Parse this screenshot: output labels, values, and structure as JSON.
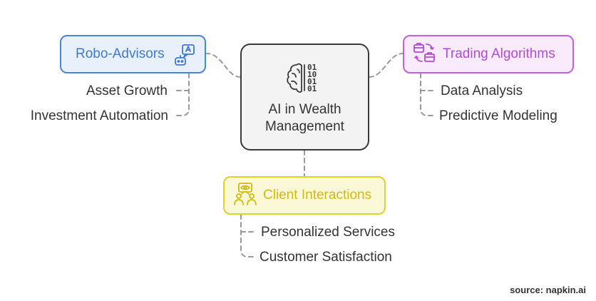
{
  "colors": {
    "center_fill": "#f3f3f3",
    "center_border": "#3a3a3a",
    "robo_fill": "#e8f0fc",
    "robo_border": "#4a86d8",
    "robo_text": "#3f7ad0",
    "trading_fill": "#f9ebfc",
    "trading_border": "#c160e0",
    "trading_text": "#b24ad6",
    "client_fill": "#fbf8d8",
    "client_border": "#e0d030",
    "client_text": "#d2bb10",
    "connector": "#9a9a9a"
  },
  "center": {
    "line1": "AI in Wealth",
    "line2": "Management",
    "icon": "brain-binary-icon"
  },
  "robo_advisors": {
    "label": "Robo-Advisors",
    "icon": "robot-chat-icon",
    "items": [
      "Asset Growth",
      "Investment Automation"
    ]
  },
  "trading_algorithms": {
    "label": "Trading Algorithms",
    "icon": "briefcase-exchange-icon",
    "items": [
      "Data Analysis",
      "Predictive Modeling"
    ]
  },
  "client_interactions": {
    "label": "Client Interactions",
    "icon": "people-vision-icon",
    "items": [
      "Personalized Services",
      "Customer Satisfaction"
    ]
  },
  "source": "source: napkin.ai"
}
